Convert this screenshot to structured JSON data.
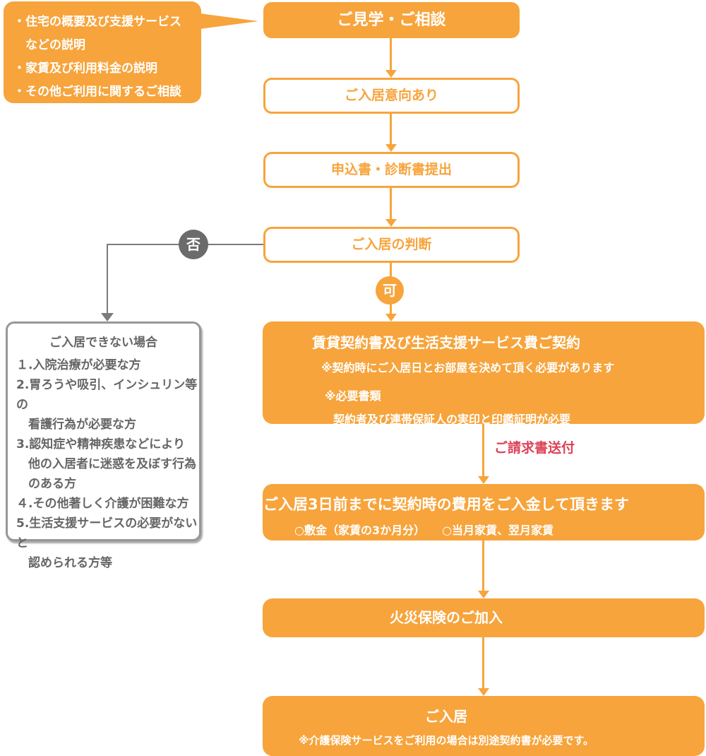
{
  "colors": {
    "orange": "#F7A43C",
    "red_label": "#DD4257",
    "gray_line": "#7C7C7C",
    "gray_circle": "#6B6B6B",
    "gray_text": "#666666"
  },
  "callout": {
    "lines": [
      "・住宅の概要及び支援サービス",
      "　などの説明",
      "・家賃及び利用料金の説明",
      "・その他ご利用に関するご相談"
    ]
  },
  "steps": {
    "visit": "ご見学・ご相談",
    "intent": "ご入居意向あり",
    "apply": "申込書・診断書提出",
    "decision": "ご入居の判断"
  },
  "decision_labels": {
    "no": "否",
    "yes": "可"
  },
  "rejection": {
    "title": "ご入居できない場合",
    "lines": [
      "１.入院治療が必要な方",
      "2.胃ろうや吸引、インシュリン等の",
      "　看護行為が必要な方",
      "3.認知症や精神疾患などにより",
      "　他の入居者に迷惑を及ぼす行為",
      "　のある方",
      "４.その他著しく介護が困難な方",
      "5.生活支援サービスの必要がないと",
      "　認められる方等"
    ]
  },
  "contract": {
    "title": "賃貸契約書及び生活支援サービス費ご契約",
    "note1": "※契約時にご入居日とお部屋を決めて頂く必要があります",
    "note2": "※必要書類",
    "note3": "契約者及び連帯保証人の実印と印鑑証明が必要"
  },
  "invoice_label": "ご請求書送付",
  "payment": {
    "title": "ご入居3日前までに契約時の費用をご入金して頂きます",
    "note": "○敷金（家賃の3か月分）　　○当月家賃、翌月家賃"
  },
  "insurance": {
    "title": "火災保険のご加入"
  },
  "movein": {
    "title": "ご入居",
    "note": "※介護保険サービスをご利用の場合は別途契約書が必要です。"
  }
}
